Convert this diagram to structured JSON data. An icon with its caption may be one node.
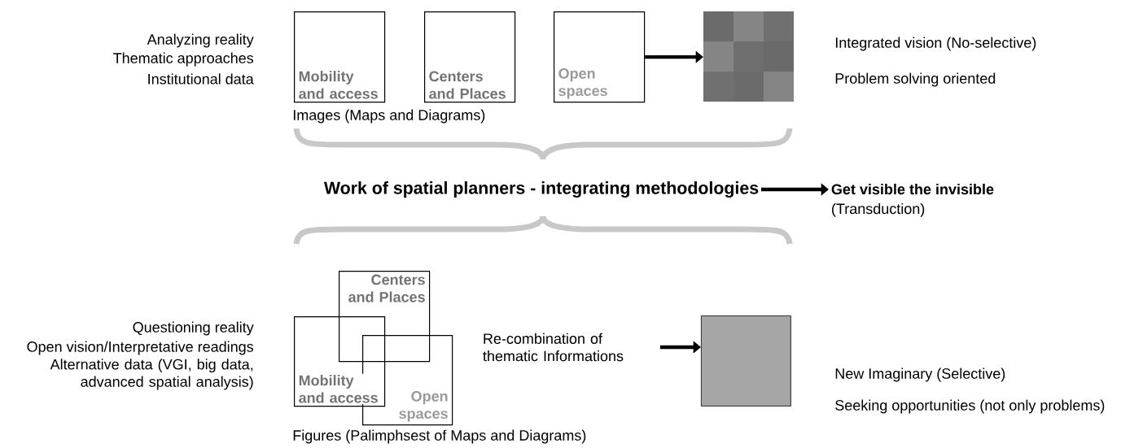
{
  "diagram": {
    "nodes": [
      {
        "text": [
          "Mobility and access"
        ]
      },
      {
        "text": [
          "Centers and Places"
        ]
      },
      {
        "text": [
          "Open spaces"
        ]
      },
      {
        "text": [],
        "shape": "box"
      },
      {
        "text": [
          "Work of spatial planners - integrating methodologies"
        ]
      },
      {
        "text": [
          "Get visible the invisible",
          "(Transduction)"
        ]
      },
      {
        "text": [
          "Centers and Places"
        ]
      },
      {
        "text": [
          "Mobility and access"
        ]
      },
      {
        "text": [
          "Open spaces"
        ]
      },
      {
        "text": [
          "Re-combination of thematic Informations"
        ]
      },
      {
        "text": [],
        "shape": "box"
      }
    ],
    "edges": [
      {
        "from": 2,
        "to": 3,
        "arrow": "to"
      },
      {
        "from": 4,
        "to": 5,
        "arrow": "to"
      },
      {
        "from": 9,
        "to": 10,
        "arrow": "to"
      }
    ],
    "labels": [
      "Analyzing reality",
      "Thematic approaches",
      "Institutional data",
      "Images (Maps and Diagrams)",
      "Integrated vision (No-selective)",
      "Problem solving oriented",
      "Questioning reality",
      "Open vision/Interpretative readings",
      "Alternative data (VGI, big data, advanced spatial analysis)",
      "Figures (Palimphsest of Maps and Diagrams)",
      "New Imaginary (Selective)",
      "Seeking opportunities (not only problems)"
    ]
  }
}
